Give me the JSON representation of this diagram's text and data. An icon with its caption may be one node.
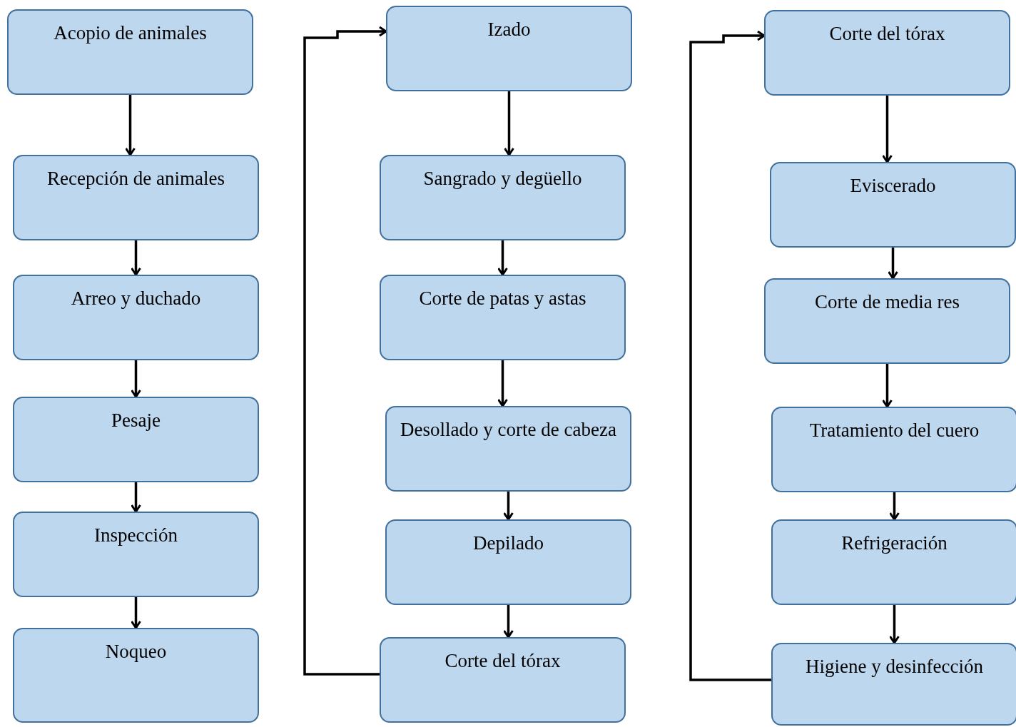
{
  "diagram": {
    "nodes": [
      {
        "text": [
          "Acopio de animales"
        ]
      },
      {
        "text": [
          "Recepción de animales"
        ]
      },
      {
        "text": [
          "Arreo y duchado"
        ]
      },
      {
        "text": [
          "Pesaje"
        ]
      },
      {
        "text": [
          "Inspección"
        ]
      },
      {
        "text": [
          "Noqueo"
        ]
      },
      {
        "text": [
          "Izado"
        ]
      },
      {
        "text": [
          "Sangrado y degüello"
        ]
      },
      {
        "text": [
          "Corte de patas y astas"
        ]
      },
      {
        "text": [
          "Desollado y corte de cabeza"
        ]
      },
      {
        "text": [
          "Depilado"
        ]
      },
      {
        "text": [
          "Corte del tórax"
        ]
      },
      {
        "text": [
          "Corte del tórax"
        ]
      },
      {
        "text": [
          "Eviscerado"
        ]
      },
      {
        "text": [
          "Corte de media res"
        ]
      },
      {
        "text": [
          "Tratamiento del cuero"
        ]
      },
      {
        "text": [
          "Refrigeración"
        ]
      },
      {
        "text": [
          "Higiene y desinfección"
        ]
      }
    ],
    "edges": [
      {
        "from": 0,
        "to": 1,
        "arrow": "to"
      },
      {
        "from": 1,
        "to": 2,
        "arrow": "to"
      },
      {
        "from": 2,
        "to": 3,
        "arrow": "to"
      },
      {
        "from": 3,
        "to": 4,
        "arrow": "to"
      },
      {
        "from": 4,
        "to": 5,
        "arrow": "to"
      },
      {
        "from": 11,
        "to": 6,
        "arrow": "to"
      },
      {
        "from": 6,
        "to": 7,
        "arrow": "to"
      },
      {
        "from": 7,
        "to": 8,
        "arrow": "to"
      },
      {
        "from": 8,
        "to": 9,
        "arrow": "to"
      },
      {
        "from": 9,
        "to": 10,
        "arrow": "to"
      },
      {
        "from": 10,
        "to": 11,
        "arrow": "to"
      },
      {
        "from": 17,
        "to": 12,
        "arrow": "to"
      },
      {
        "from": 12,
        "to": 13,
        "arrow": "to"
      },
      {
        "from": 13,
        "to": 14,
        "arrow": "to"
      },
      {
        "from": 14,
        "to": 15,
        "arrow": "to"
      },
      {
        "from": 15,
        "to": 16,
        "arrow": "to"
      },
      {
        "from": 16,
        "to": 17,
        "arrow": "to"
      }
    ]
  }
}
